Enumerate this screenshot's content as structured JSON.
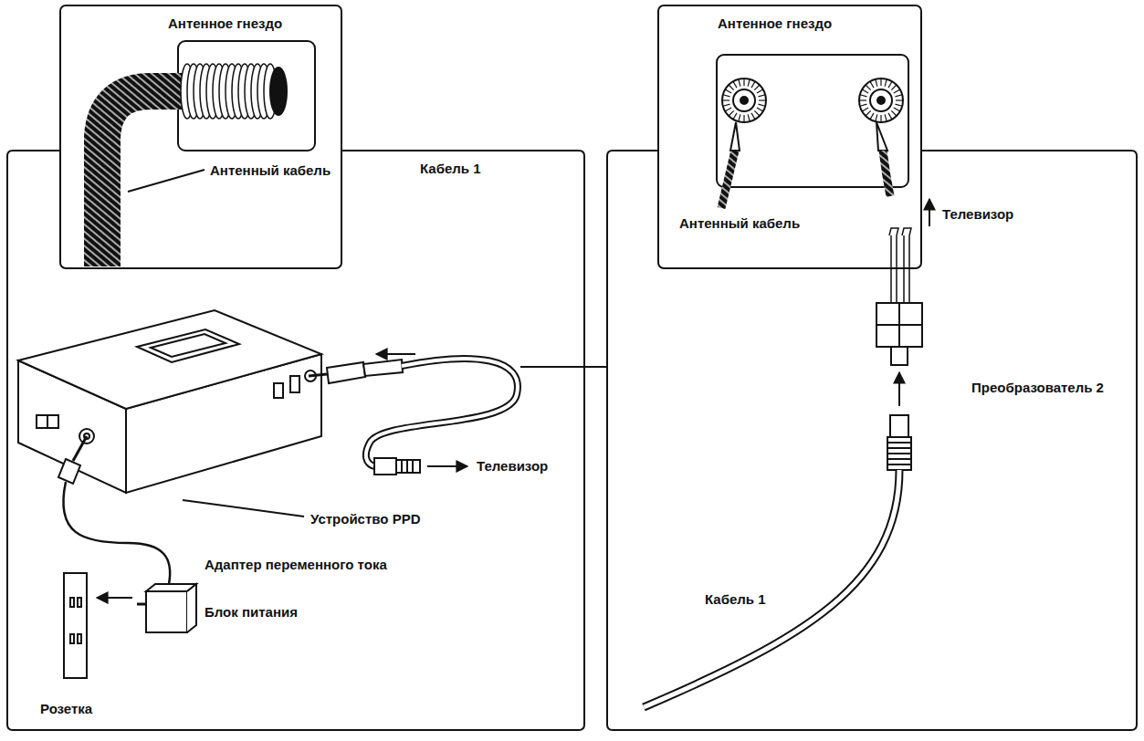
{
  "diagram": {
    "nodes": [
      {
        "text": [
          "Антенное гнездо"
        ]
      },
      {
        "text": [
          "Антенное гнездо"
        ]
      }
    ],
    "labels": [
      "Антенный кабель",
      "Кабель 1",
      "Телевизор",
      "Устройство PPD",
      "Адаптер переменного тока",
      "Блок питания",
      "Розетка",
      "Антенный кабель",
      "Телевизор",
      "Преобразователь 2",
      "Кабель 1"
    ]
  }
}
